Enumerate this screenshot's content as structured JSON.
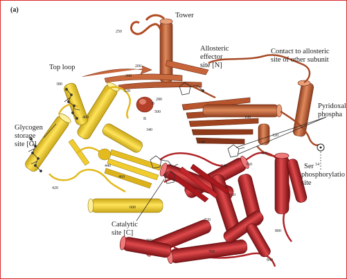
{
  "panel_label": "(a)",
  "colors": {
    "border": "#d9262c",
    "domain_yellow": "#f2cf2c",
    "domain_orange": "#c8643a",
    "domain_red": "#c1282c",
    "ligand": "#333333"
  },
  "labels": {
    "tower": "Tower",
    "top_loop": "Top loop",
    "allosteric_line1": "Allosteric",
    "allosteric_line2": "effector",
    "allosteric_line3": "site [N]",
    "contact_line1": "Contact to allosteric",
    "contact_line2": "site of other subunit",
    "pyridoxal_line1": "Pyridoxal",
    "pyridoxal_line2": "phospha",
    "glycogen_line1": "Glycogen",
    "glycogen_line2": "storage",
    "glycogen_line3": "site [G]",
    "ser_line1": "Ser",
    "ser_superscript": "14",
    "ser_line2": "phosphorylatio",
    "ser_line3": "site",
    "catalytic_line1": "Catalytic",
    "catalytic_line2": "site [C]"
  },
  "residue_numbers": {
    "n250": "250",
    "n200a": "200",
    "n200b": "200",
    "n280": "280",
    "n520": "520",
    "n100": "100",
    "n120": "120",
    "n140": "140",
    "n340": "340",
    "n380": "380",
    "n400": "400",
    "n440": "440",
    "n460": "460",
    "n420": "420",
    "n500": "500",
    "n600": "600",
    "n480": "480",
    "n560": "560",
    "n540": "540",
    "n660": "660",
    "n700": "700",
    "n720": "720",
    "n760": "760",
    "n800": "800",
    "n840": "840",
    "nB1": "B",
    "nB2": "B"
  }
}
